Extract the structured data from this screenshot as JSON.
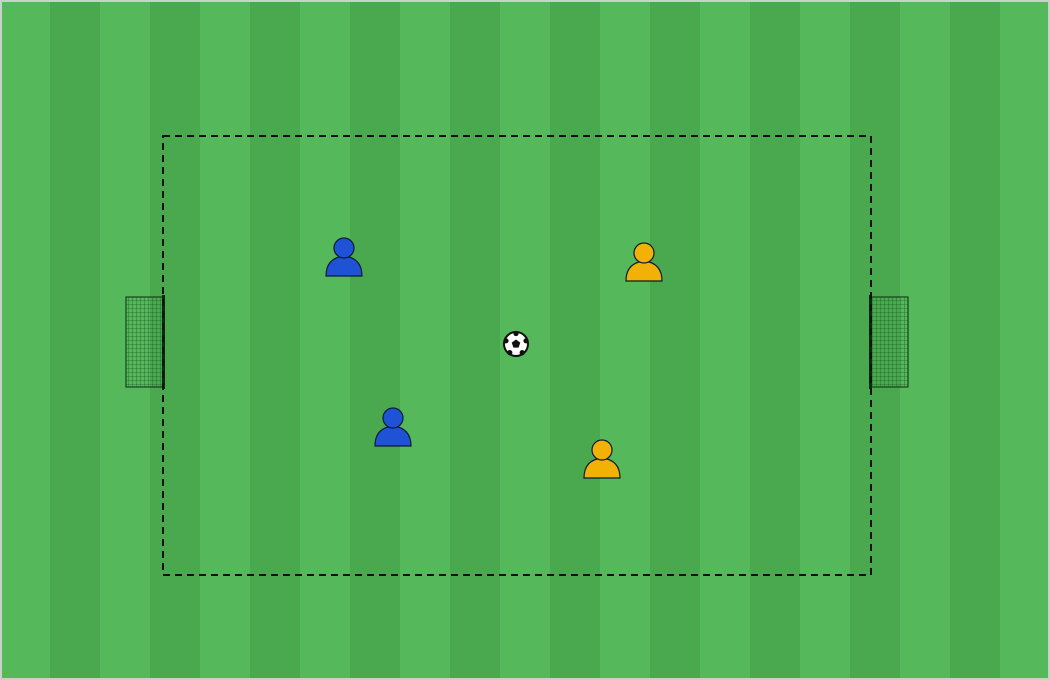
{
  "colors": {
    "stripe_light": "#55b95b",
    "stripe_dark": "#4aa94f",
    "border": "#c8d2c8",
    "zone_line": "#111111",
    "goal_net": "#1f5f2a",
    "goal_post": "#0b2a12",
    "team_blue": "#1f53d6",
    "team_yellow": "#f2b205",
    "player_outline": "#0b1a33",
    "ball": "#111111"
  },
  "pitch": {
    "stripe_count": 21
  },
  "zone": {
    "style": "dashed"
  },
  "goals": [
    {
      "side": "left"
    },
    {
      "side": "right"
    }
  ],
  "players": [
    {
      "team": "blue",
      "name": "blue-player-1"
    },
    {
      "team": "blue",
      "name": "blue-player-2"
    },
    {
      "team": "yellow",
      "name": "yellow-player-1"
    },
    {
      "team": "yellow",
      "name": "yellow-player-2"
    }
  ],
  "ball": {
    "icon": "soccer-ball-icon"
  }
}
